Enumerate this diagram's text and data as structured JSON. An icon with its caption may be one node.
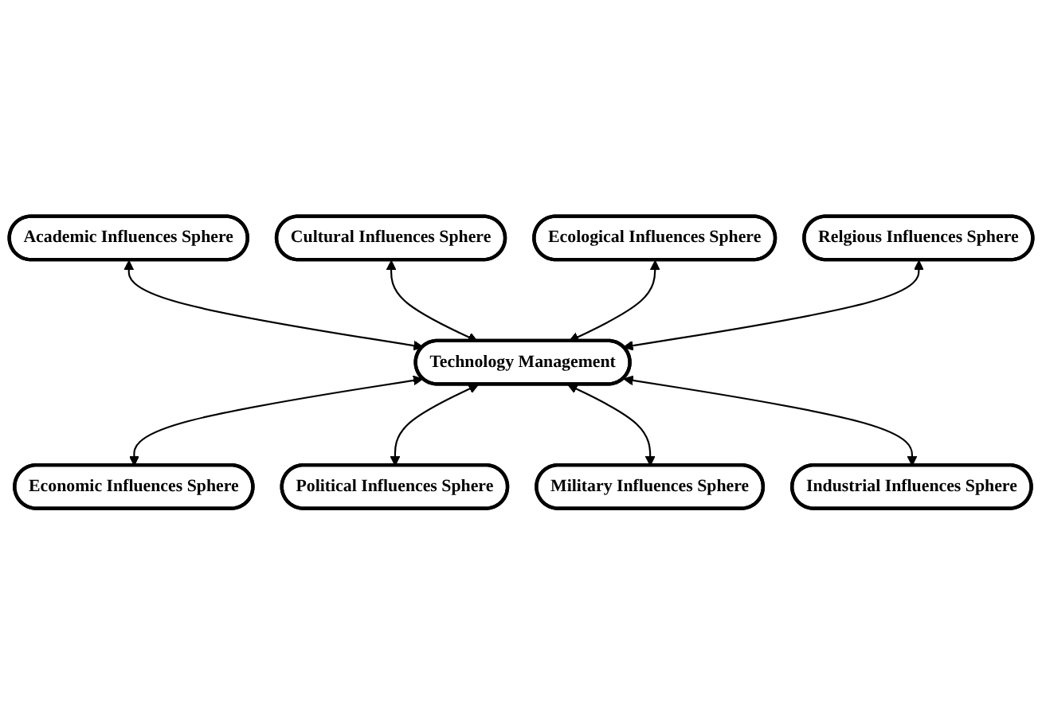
{
  "diagram": {
    "nodes": [
      {
        "text": [
          "Academic Influences Sphere"
        ]
      },
      {
        "text": [
          "Cultural Influences Sphere"
        ]
      },
      {
        "text": [
          "Ecological Influences Sphere"
        ]
      },
      {
        "text": [
          "Relgious Influences Sphere"
        ]
      },
      {
        "text": [
          "Technology Management"
        ]
      },
      {
        "text": [
          "Economic Influences Sphere"
        ]
      },
      {
        "text": [
          "Political Influences Sphere"
        ]
      },
      {
        "text": [
          "Military Influences Sphere"
        ]
      },
      {
        "text": [
          "Industrial Influences Sphere"
        ]
      }
    ],
    "edges": [
      {
        "from": 0,
        "to": 4,
        "arrow": "both"
      },
      {
        "from": 1,
        "to": 4,
        "arrow": "both"
      },
      {
        "from": 2,
        "to": 4,
        "arrow": "both"
      },
      {
        "from": 3,
        "to": 4,
        "arrow": "both"
      },
      {
        "from": 4,
        "to": 5,
        "arrow": "both"
      },
      {
        "from": 4,
        "to": 6,
        "arrow": "both"
      },
      {
        "from": 4,
        "to": 7,
        "arrow": "both"
      },
      {
        "from": 4,
        "to": 8,
        "arrow": "both"
      }
    ]
  }
}
